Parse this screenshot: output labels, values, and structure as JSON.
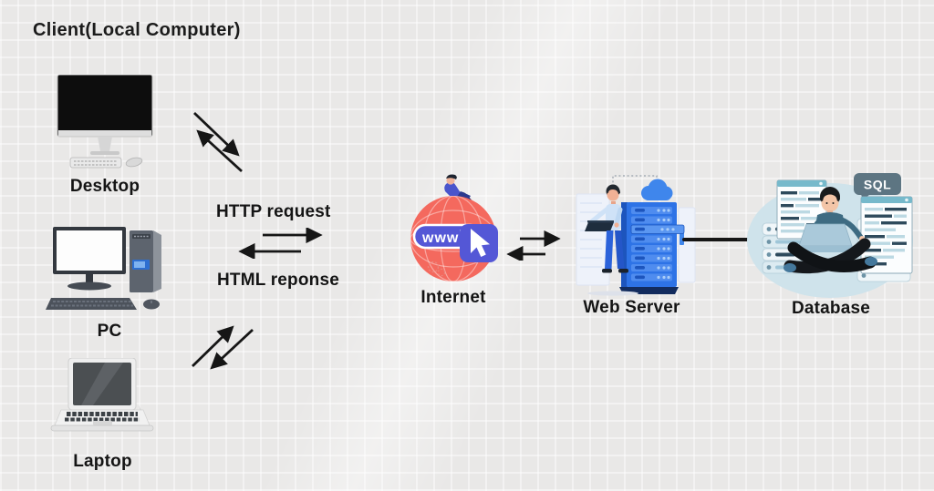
{
  "title": "Client(Local Computer)",
  "client": {
    "devices": [
      {
        "id": "desktop",
        "label": "Desktop",
        "icon": "desktop-computer-icon"
      },
      {
        "id": "pc",
        "label": "PC",
        "icon": "pc-tower-icon"
      },
      {
        "id": "laptop",
        "label": "Laptop",
        "icon": "laptop-icon"
      }
    ]
  },
  "flow": {
    "request_label": "HTTP request",
    "response_label": "HTML reponse"
  },
  "internet": {
    "label": "Internet",
    "browser_bar_text": "www",
    "icon": "globe-www-browser-icon"
  },
  "web_server": {
    "label": "Web Server",
    "icon": "server-rack-person-icon"
  },
  "database": {
    "label": "Database",
    "badge_text": "SQL",
    "icon": "database-stacks-person-icon"
  },
  "colors": {
    "background": "#e9e8e7",
    "grid_line": "#ffffff",
    "text": "#1b1b1b",
    "arrow": "#161616",
    "globe_red": "#f4695e",
    "browser_bar_blue": "#5457d6",
    "server_blue": "#2e73e6",
    "server_cloud_blue": "#3f86ec",
    "database_blob": "#cfe3eb",
    "sql_badge": "#5d7582"
  }
}
